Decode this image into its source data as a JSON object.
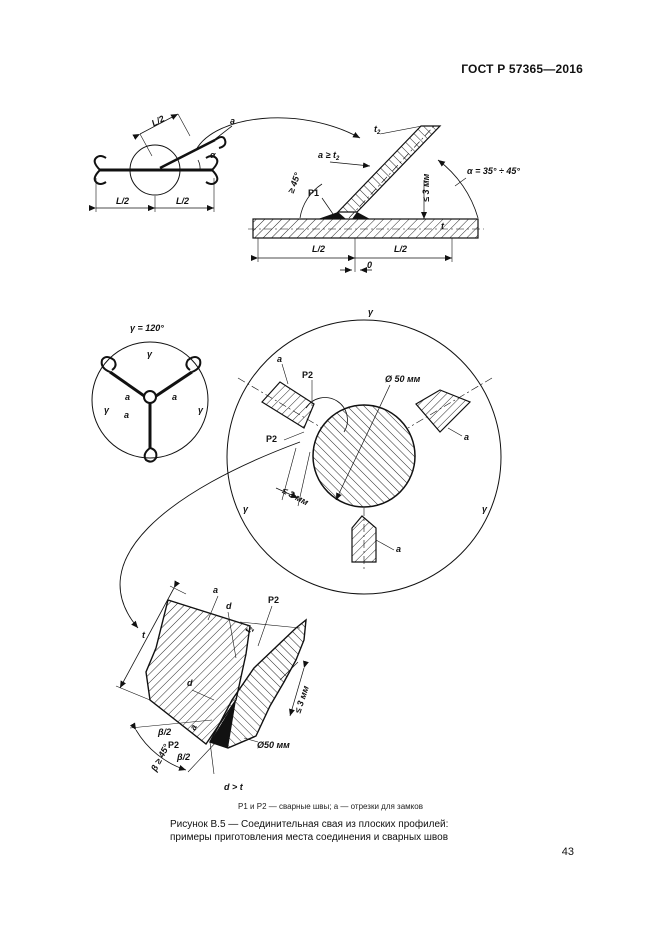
{
  "header": {
    "standard": "ГОСТ Р 57365—2016"
  },
  "labels": {
    "half_len": "L/2",
    "a": "a",
    "alpha": "α",
    "t2": "t",
    "t2_sub": "2",
    "a_ge_t2": "a ≥ t",
    "a_ge_t2_sub": "2",
    "alpha_range": "α = 35° ÷ 45°",
    "angle_45": "≥ 45°",
    "le_3mm": "≤ 3 мм",
    "p1": "P1",
    "p2": "P2",
    "zero": "0",
    "t": "t",
    "gamma": "γ",
    "gamma_120": "γ = 120°",
    "dia_50": "Ø 50 мм",
    "dia_50b": "Ø50 мм",
    "d": "d",
    "beta_half": "β/2",
    "beta_ge_45": "β ≥ 45°",
    "d_gt_t": "d > t"
  },
  "legend_text": "P1 и P2 — сварные швы; a — отрезки для замков",
  "caption": {
    "line1": "Рисунок В.5 — Соединительная свая из плоских профилей:",
    "line2": "примеры приготовления места соединения и сварных швов"
  },
  "page_number": "43"
}
